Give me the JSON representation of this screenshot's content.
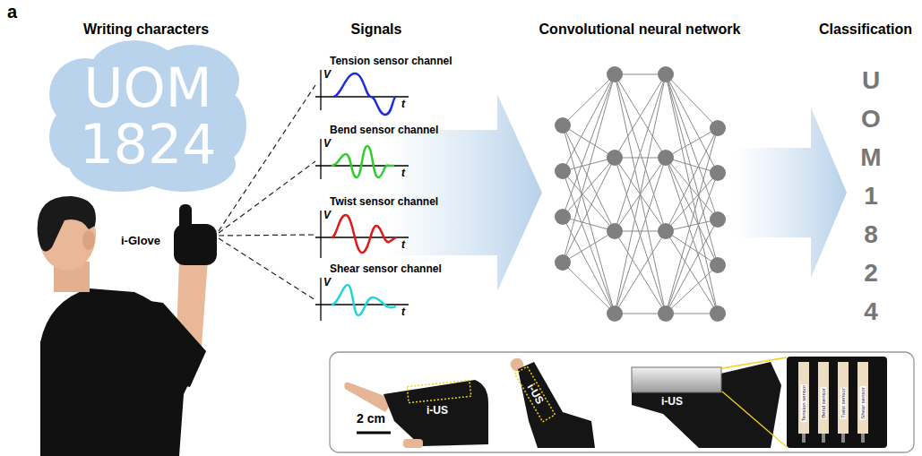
{
  "diagram": {
    "nodes": [
      {
        "text": [
          "UOM 1824"
        ]
      }
    ],
    "labels": [
      "a",
      "Writing characters",
      "Signals",
      "Convolutional neural network",
      "Classification",
      "i-Glove",
      "Tension sensor channel",
      "V",
      "t",
      "Bend sensor channel",
      "V",
      "t",
      "Twist sensor channel",
      "V",
      "t",
      "Shear sensor channel",
      "V",
      "t",
      "U",
      "O",
      "M",
      "1",
      "8",
      "2",
      "4",
      "2 cm",
      "i-US",
      "i-US",
      "i-US",
      "Tension sensor",
      "Bend sensor",
      "Twist sensor",
      "Shear sensor"
    ]
  }
}
